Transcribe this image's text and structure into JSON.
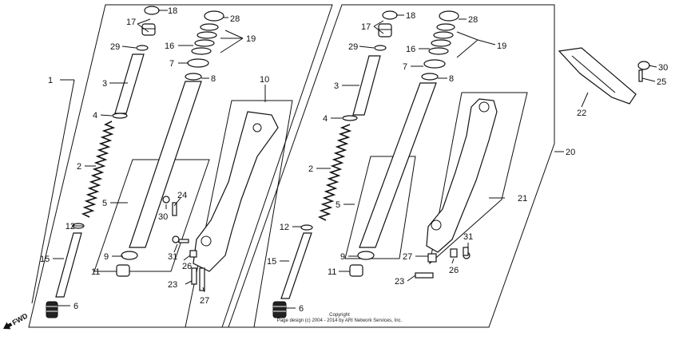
{
  "labels": {
    "l1": "1",
    "l2": "2",
    "l3": "3",
    "l4": "4",
    "l5": "5",
    "l6": "6",
    "l7": "7",
    "l8": "8",
    "l9": "9",
    "l10": "10",
    "l11": "11",
    "l12": "12",
    "l15": "15",
    "l16": "16",
    "l17": "17",
    "l18": "18",
    "l19": "19",
    "l23": "23",
    "l24": "24",
    "l26": "26",
    "l27": "27",
    "l28": "28",
    "l29": "29",
    "l30": "30",
    "l31": "31",
    "r2": "2",
    "r3": "3",
    "r4": "4",
    "r5": "5",
    "r6": "6",
    "r7": "7",
    "r8": "8",
    "r9": "9",
    "r11": "11",
    "r12": "12",
    "r15": "15",
    "r16": "16",
    "r17": "17",
    "r18": "18",
    "r19": "19",
    "r20": "20",
    "r21": "21",
    "r22": "22",
    "r23": "23",
    "r25": "25",
    "r26": "26",
    "r27": "27",
    "r28": "28",
    "r29": "29",
    "r30": "30",
    "r31": "31"
  },
  "fwd": "FWD",
  "copyright": {
    "line1": "Copyright",
    "line2": "Page design (c) 2004 - 2014 by ARI Network Services, Inc."
  }
}
